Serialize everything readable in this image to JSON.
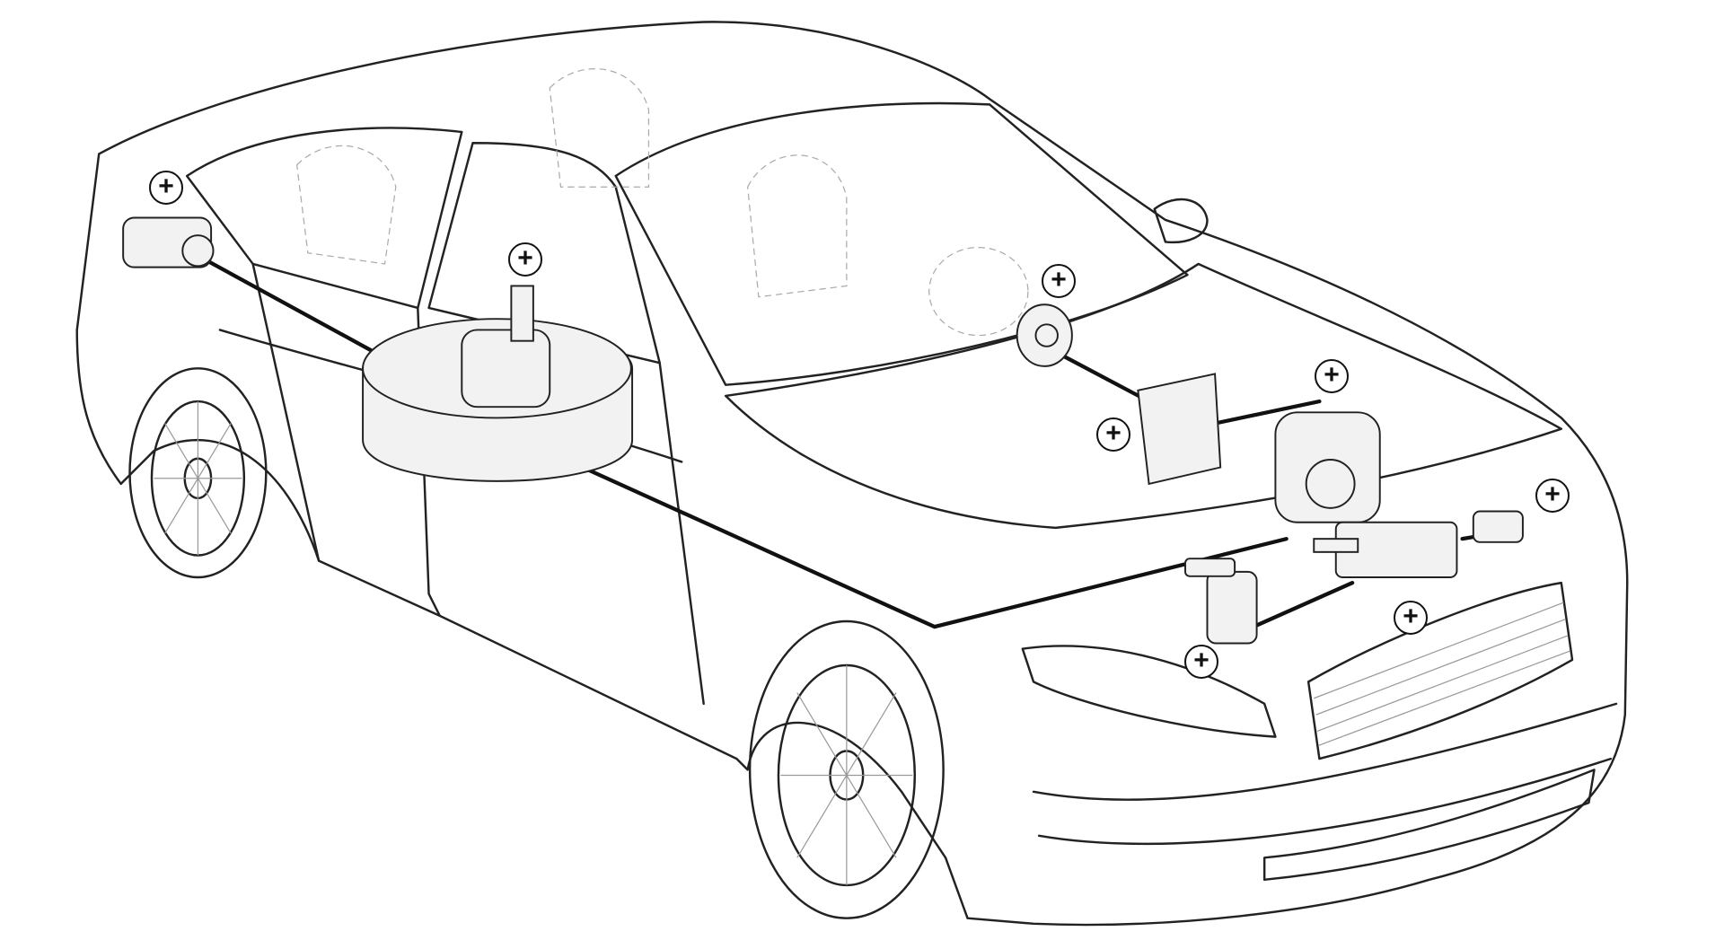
{
  "diagram": {
    "hotspots": [
      {
        "id": "rear-valve",
        "icon": "plus-icon"
      },
      {
        "id": "tank-multivalve",
        "icon": "plus-icon"
      },
      {
        "id": "switch",
        "icon": "plus-icon"
      },
      {
        "id": "reducer",
        "icon": "plus-icon"
      },
      {
        "id": "ecu",
        "icon": "plus-icon"
      },
      {
        "id": "pressure-sensor",
        "icon": "plus-icon"
      },
      {
        "id": "injector-rail",
        "icon": "plus-icon"
      },
      {
        "id": "gas-filter",
        "icon": "plus-icon"
      }
    ],
    "colors": {
      "line": "#111111",
      "background": "#ffffff"
    }
  }
}
